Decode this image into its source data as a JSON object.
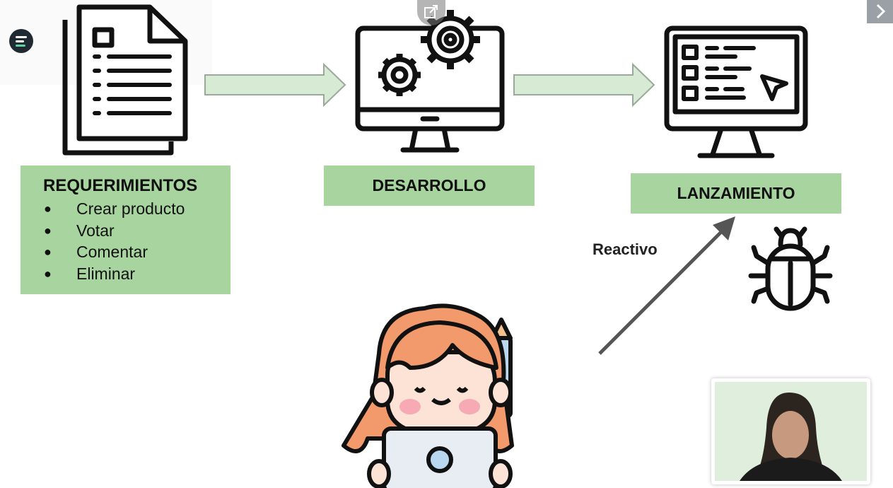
{
  "flow": {
    "steps": [
      {
        "title": "REQUERIMIENTOS",
        "items": [
          "Crear producto",
          "Votar",
          "Comentar",
          "Eliminar"
        ]
      },
      {
        "title": "DESARROLLO"
      },
      {
        "title": "LANZAMIENTO"
      }
    ],
    "arrow_label": "Reactivo"
  },
  "icons": {
    "menu": "menu-lines-icon",
    "open_external": "open-external-icon",
    "next": "chevron-right-icon",
    "requirements": "documents-icon",
    "development": "monitor-gears-icon",
    "launch": "monitor-checklist-icon",
    "bug": "bug-icon",
    "developer": "girl-laptop-illustration"
  },
  "colors": {
    "box_fill": "#a8d4a0",
    "arrow_fill": "#d6ead4",
    "arrow_stroke": "#9aaa98",
    "line": "#111111"
  }
}
